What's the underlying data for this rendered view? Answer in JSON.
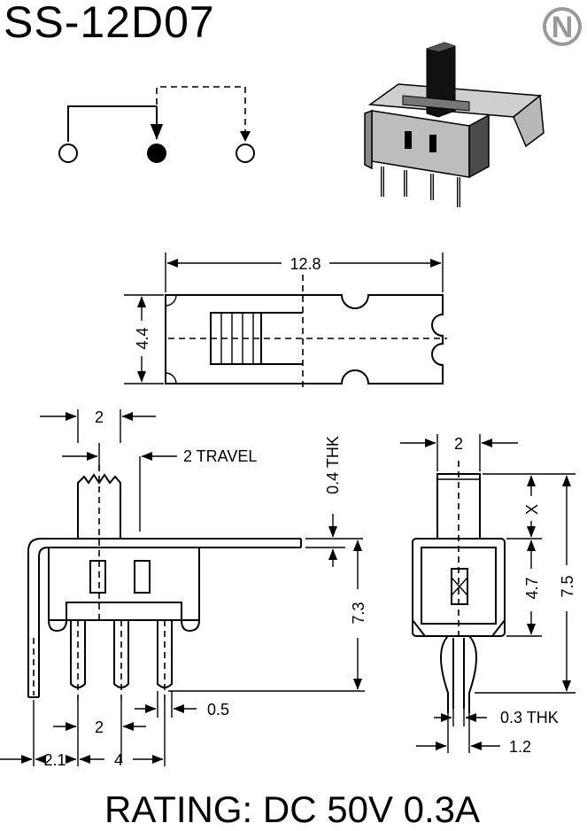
{
  "title": "SS-12D07",
  "rating": "RATING: DC 50V 0.3A",
  "logo_letter": "N",
  "colors": {
    "ink": "#000000",
    "paper": "#ffffff",
    "logo_gray": "#999999"
  },
  "dimensions": {
    "top_length": "12.8",
    "top_width": "4.4",
    "actuator_width": "2",
    "travel": "2 TRAVEL",
    "plate_thickness": "0.4 THK",
    "body_height": "7.3",
    "pin_pitch": "2",
    "pin_width": "0.5",
    "edge_offset": "2.1",
    "pin_span": "4",
    "side_actuator_width": "2",
    "actuator_height": "X",
    "side_body_height": "4.7",
    "overall_height": "7.5",
    "pin_thickness": "0.3 THK",
    "pin_length": "1.2"
  }
}
